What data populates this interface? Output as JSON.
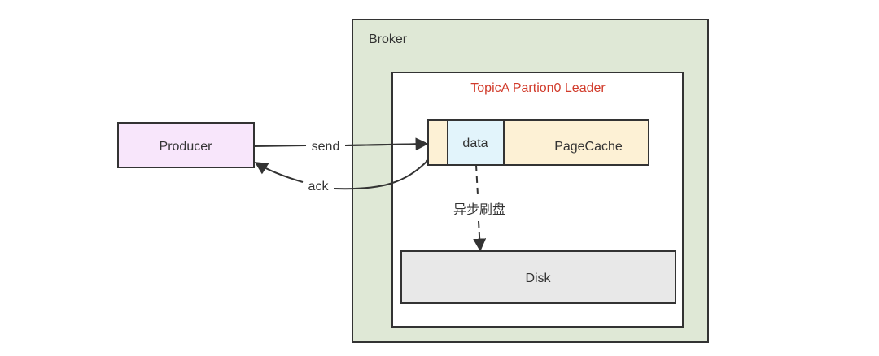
{
  "diagram": {
    "broker": {
      "label": "Broker",
      "fill": "#dfe8d6",
      "stroke": "#333333"
    },
    "partition": {
      "label": "TopicA Partion0 Leader",
      "label_color": "#d13b2b"
    },
    "producer": {
      "label": "Producer",
      "fill": "#f8e6fb"
    },
    "data_block": {
      "label": "data",
      "fill": "#e2f4fb"
    },
    "pagecache": {
      "label": "PageCache",
      "fill": "#fdf1d5"
    },
    "disk": {
      "label": "Disk",
      "fill": "#e8e8e8"
    },
    "edges": {
      "send": "send",
      "ack": "ack",
      "flush": "异步刷盘"
    }
  }
}
